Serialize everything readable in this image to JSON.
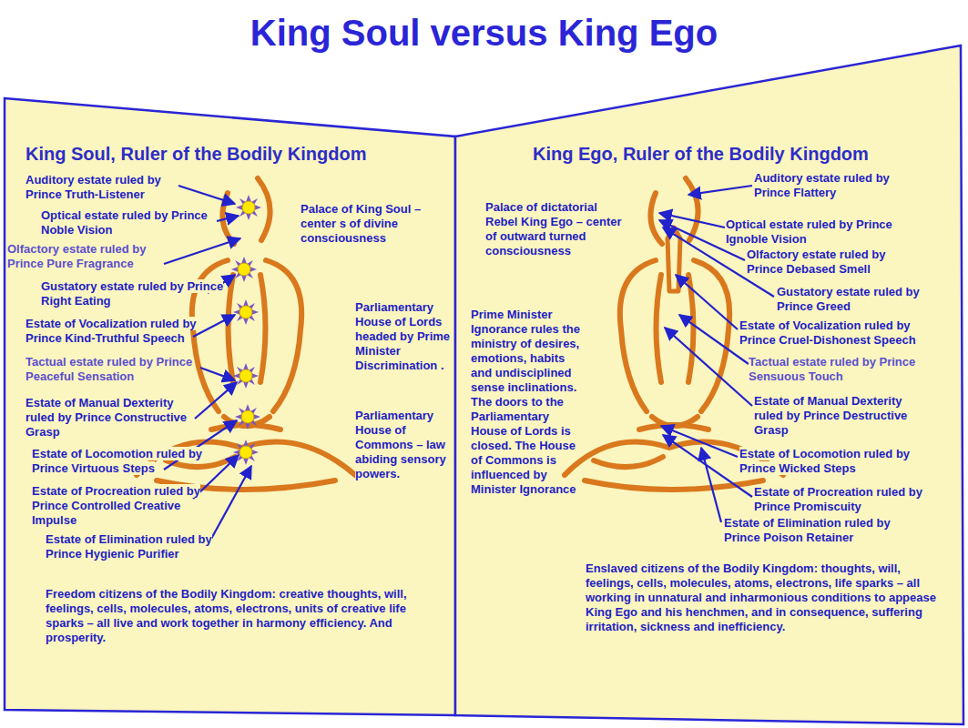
{
  "diagram": {
    "title": "King Soul versus King Ego",
    "nodes": [
      {
        "text": [
          "King Soul, Ruler of the Bodily Kingdom",
          "Auditory estate ruled by Prince Truth-Listener",
          "Optical estate ruled by Prince Noble Vision",
          "Olfactory estate ruled by Prince Pure Fragrance",
          "Gustatory estate ruled by Prince Right Eating",
          "Estate of Vocalization ruled by Prince Kind-Truthful Speech",
          "Tactual estate ruled by Prince Peaceful Sensation",
          "Estate of Manual Dexterity ruled by Prince Constructive Grasp",
          "Estate of Locomotion ruled by Prince Virtuous Steps",
          "Estate of Procreation ruled by Prince Controlled Creative Impulse",
          "Estate of Elimination ruled by Prince Hygienic Purifier",
          "Palace of King Soul – center s of divine consciousness",
          "Parliamentary House of Lords headed by Prime Minister Discrimination .",
          "Parliamentary House of Commons – law abiding sensory powers.",
          "Freedom citizens of the Bodily Kingdom: creative thoughts, will, feelings, cells, molecules, atoms, electrons, units of creative life sparks – all live and work together in harmony efficiency. And prosperity."
        ]
      },
      {
        "text": [
          "King Ego, Ruler of the Bodily Kingdom",
          "Palace of dictatorial Rebel King Ego – center of outward turned consciousness",
          "Auditory estate ruled by Prince Flattery",
          "Optical estate ruled by Prince Ignoble Vision",
          "Olfactory estate ruled by Prince Debased Smell",
          "Gustatory estate ruled by Prince Greed",
          "Estate of Vocalization ruled by Prince Cruel-Dishonest Speech",
          "Tactual estate ruled by Prince Sensuous Touch",
          "Prime Minister Ignorance rules the ministry of desires, emotions, habits and undisciplined sense inclinations. The doors to the Parliamentary House of Lords is closed. The House of Commons is influenced by Minister Ignorance",
          "Estate of Manual Dexterity ruled by Prince Destructive Grasp",
          "Estate of Locomotion ruled by Prince Wicked Steps",
          "Estate of Procreation ruled by Prince Promiscuity",
          "Estate of Elimination ruled by Prince Poison Retainer",
          "Enslaved citizens of the Bodily Kingdom: thoughts, will, feelings, cells, molecules, atoms, electrons, life sparks – all working in unnatural and inharmonious conditions to appease King Ego and his henchmen, and in consequence, suffering irritation, sickness and inefficiency."
        ]
      }
    ]
  }
}
